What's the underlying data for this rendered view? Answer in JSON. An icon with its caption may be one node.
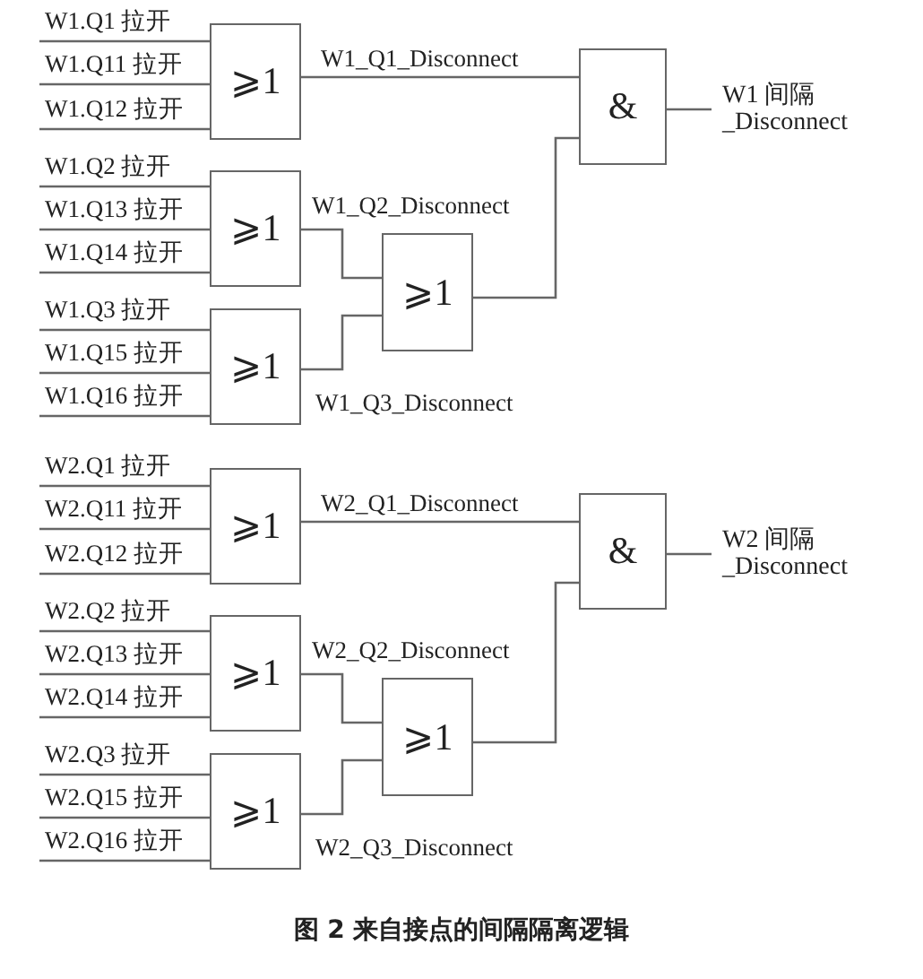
{
  "diagram": {
    "caption": "图 2 来自接点的间隔隔离逻辑",
    "nodes": [
      {
        "text": [
          "W1.Q1 拉开"
        ]
      },
      {
        "text": [
          "W1.Q11 拉开"
        ]
      },
      {
        "text": [
          "W1.Q12 拉开"
        ]
      },
      {
        "text": [
          "⩾1"
        ]
      },
      {
        "text": [
          "W1.Q2 拉开"
        ]
      },
      {
        "text": [
          "W1.Q13 拉开"
        ]
      },
      {
        "text": [
          "W1.Q14 拉开"
        ]
      },
      {
        "text": [
          "⩾1"
        ]
      },
      {
        "text": [
          "W1.Q3 拉开"
        ]
      },
      {
        "text": [
          "W1.Q15 拉开"
        ]
      },
      {
        "text": [
          "W1.Q16 拉开"
        ]
      },
      {
        "text": [
          "⩾1"
        ]
      },
      {
        "text": [
          "⩾1"
        ]
      },
      {
        "text": [
          "&"
        ]
      },
      {
        "text": [
          "W1 间隔 _Disconnect"
        ]
      },
      {
        "text": [
          "W2.Q1 拉开"
        ]
      },
      {
        "text": [
          "W2.Q11 拉开"
        ]
      },
      {
        "text": [
          "W2.Q12 拉开"
        ]
      },
      {
        "text": [
          "⩾1"
        ]
      },
      {
        "text": [
          "W2.Q2 拉开"
        ]
      },
      {
        "text": [
          "W2.Q13 拉开"
        ]
      },
      {
        "text": [
          "W2.Q14 拉开"
        ]
      },
      {
        "text": [
          "⩾1"
        ]
      },
      {
        "text": [
          "W2.Q3 拉开"
        ]
      },
      {
        "text": [
          "W2.Q15 拉开"
        ]
      },
      {
        "text": [
          "W2.Q16 拉开"
        ]
      },
      {
        "text": [
          "⩾1"
        ]
      },
      {
        "text": [
          "⩾1"
        ]
      },
      {
        "text": [
          "&"
        ]
      },
      {
        "text": [
          "W2 间隔 _Disconnect"
        ]
      }
    ],
    "edges": [
      {
        "from": 0,
        "to": 3,
        "arrow": "none"
      },
      {
        "from": 1,
        "to": 3,
        "arrow": "none"
      },
      {
        "from": 2,
        "to": 3,
        "arrow": "none"
      },
      {
        "from": 4,
        "to": 7,
        "arrow": "none"
      },
      {
        "from": 5,
        "to": 7,
        "arrow": "none"
      },
      {
        "from": 6,
        "to": 7,
        "arrow": "none"
      },
      {
        "from": 8,
        "to": 11,
        "arrow": "none"
      },
      {
        "from": 9,
        "to": 11,
        "arrow": "none"
      },
      {
        "from": 10,
        "to": 11,
        "arrow": "none"
      },
      {
        "from": 3,
        "to": 13,
        "label": "W1_Q1_Disconnect",
        "arrow": "none"
      },
      {
        "from": 7,
        "to": 12,
        "label": "W1_Q2_Disconnect",
        "arrow": "none"
      },
      {
        "from": 11,
        "to": 12,
        "label": "W1_Q3_Disconnect",
        "arrow": "none"
      },
      {
        "from": 12,
        "to": 13,
        "arrow": "none"
      },
      {
        "from": 13,
        "to": 14,
        "arrow": "none"
      },
      {
        "from": 15,
        "to": 18,
        "arrow": "none"
      },
      {
        "from": 16,
        "to": 18,
        "arrow": "none"
      },
      {
        "from": 17,
        "to": 18,
        "arrow": "none"
      },
      {
        "from": 19,
        "to": 22,
        "arrow": "none"
      },
      {
        "from": 20,
        "to": 22,
        "arrow": "none"
      },
      {
        "from": 21,
        "to": 22,
        "arrow": "none"
      },
      {
        "from": 23,
        "to": 26,
        "arrow": "none"
      },
      {
        "from": 24,
        "to": 26,
        "arrow": "none"
      },
      {
        "from": 25,
        "to": 26,
        "arrow": "none"
      },
      {
        "from": 18,
        "to": 28,
        "label": "W2_Q1_Disconnect",
        "arrow": "none"
      },
      {
        "from": 22,
        "to": 27,
        "label": "W2_Q2_Disconnect",
        "arrow": "none"
      },
      {
        "from": 26,
        "to": 27,
        "label": "W2_Q3_Disconnect",
        "arrow": "none"
      },
      {
        "from": 27,
        "to": 28,
        "arrow": "none"
      },
      {
        "from": 28,
        "to": 29,
        "arrow": "none"
      }
    ]
  }
}
